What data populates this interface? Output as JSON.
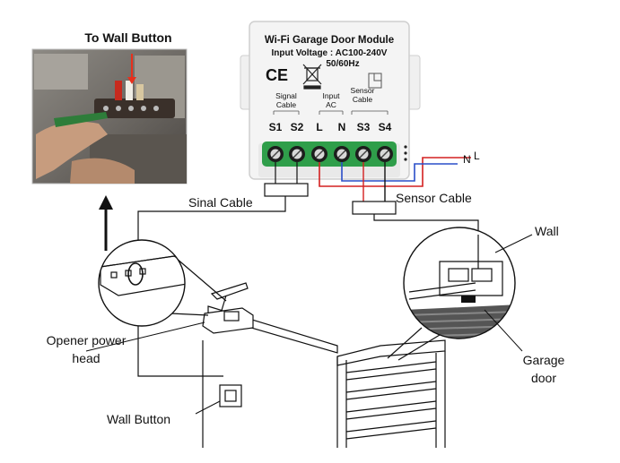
{
  "photo_caption": "To Wall Button",
  "module": {
    "title": "Wi-Fi Garage Door Module",
    "input_voltage": "Input Voltage : AC100-240V",
    "frequency": "50/60Hz",
    "ce_mark": "CE",
    "group_signal": [
      "Signal",
      "Cable"
    ],
    "group_input": [
      "Input",
      "AC"
    ],
    "group_sensor": [
      "Sensor",
      "Cable"
    ],
    "terminals": [
      "S1",
      "S2",
      "L",
      "N",
      "S3",
      "S4"
    ]
  },
  "labels": {
    "signal_cable": "Sinal Cable",
    "sensor_cable": "Sensor Cable",
    "n": "N",
    "l": "L",
    "wall": "Wall",
    "opener": [
      "Opener power",
      "head"
    ],
    "garage_door": [
      "Garage",
      "door"
    ],
    "wall_button": "Wall Button"
  },
  "colors": {
    "caption_red": "#e8301c",
    "terminal_green": "#2f9e4a",
    "wire_red": "#d42020",
    "wire_blue": "#2a4ec8"
  }
}
